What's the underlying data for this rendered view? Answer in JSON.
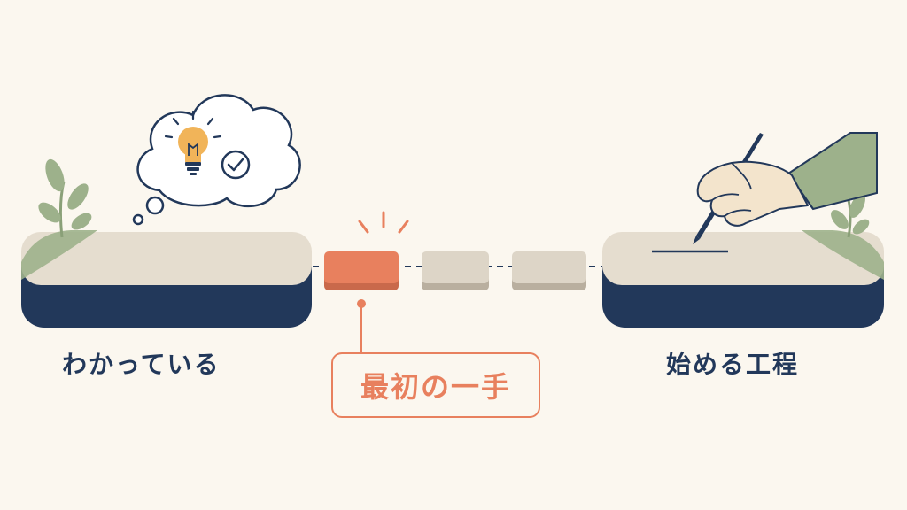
{
  "labels": {
    "known": "わかっている",
    "first_move": "最初の一手",
    "start_process": "始める工程"
  },
  "icons": {
    "thought": "thought-bubble-icon",
    "idea": "lightbulb-icon",
    "confirm": "checkmark-circle-icon",
    "writing": "hand-with-pen-icon",
    "plant": "leaf-icon"
  },
  "colors": {
    "background": "#fbf7ef",
    "navy": "#22385a",
    "beige": "#e5ddcf",
    "step_gray": "#ddd5c7",
    "accent": "#e8805e",
    "leaf": "#9db18b",
    "bulb": "#f1b459"
  }
}
